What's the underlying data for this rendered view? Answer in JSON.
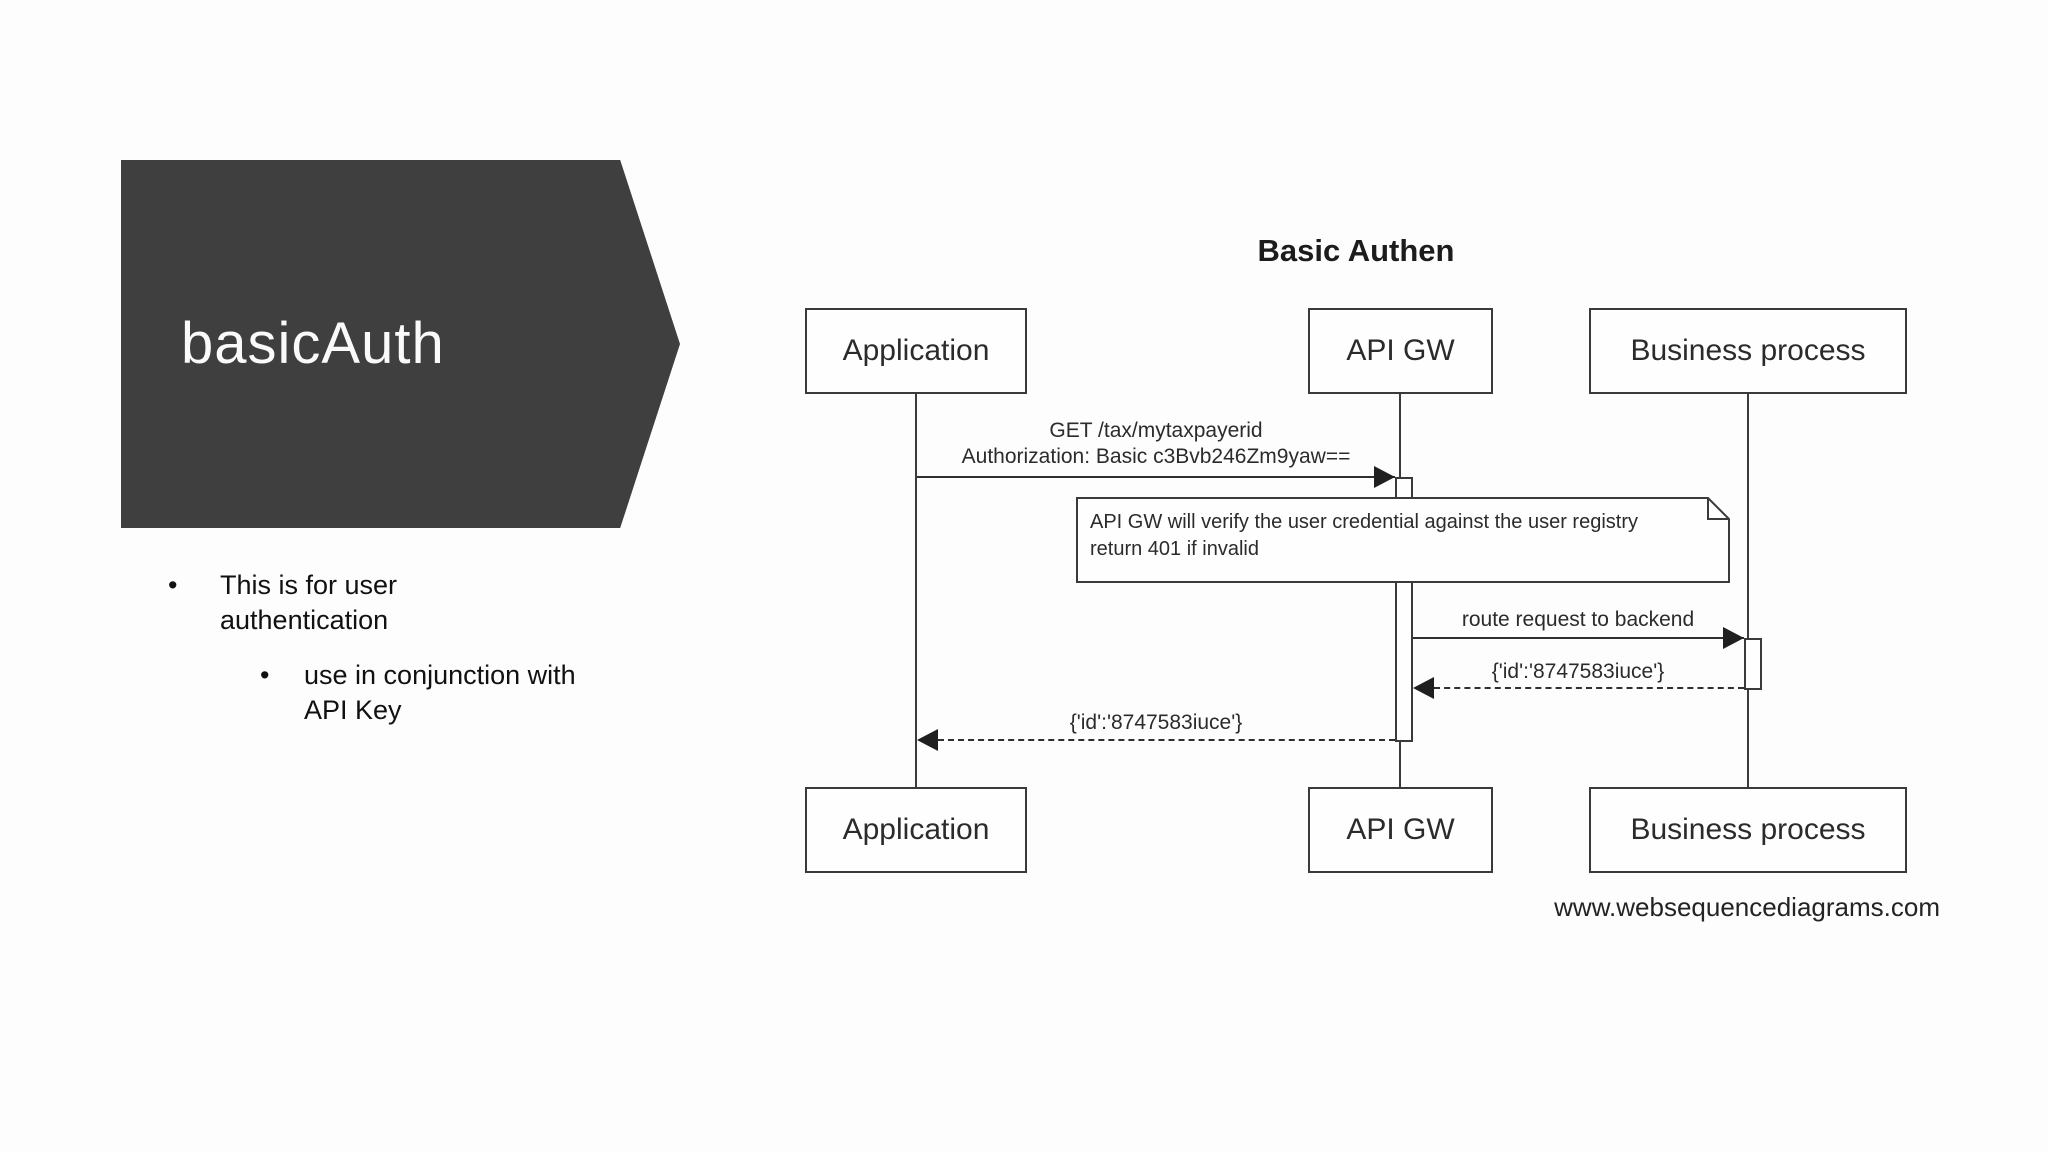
{
  "slide": {
    "title": "basicAuth",
    "bullets": [
      {
        "level": 1,
        "marker": "•",
        "text": "This is for user authentication"
      },
      {
        "level": 2,
        "marker": "•",
        "text": "use in conjunction with API Key"
      }
    ]
  },
  "diagram": {
    "title": "Basic Authen",
    "actors": [
      "Application",
      "API GW",
      "Business process"
    ],
    "message1": {
      "type": "solid-arrow",
      "from": "Application",
      "to": "API GW",
      "lines": [
        "GET /tax/mytaxpayerid",
        "Authorization: Basic c3Bvb246Zm9yaw=="
      ]
    },
    "note": {
      "over": "API GW",
      "lines": [
        "API GW will verify the user credential against the user registry",
        "return 401 if invalid"
      ]
    },
    "message2": {
      "type": "solid-arrow",
      "from": "API GW",
      "to": "Business process",
      "label": "route request to backend"
    },
    "return1": {
      "type": "dashed-arrow",
      "from": "Business process",
      "to": "API GW",
      "label": "{'id':'8747583iuce'}"
    },
    "return2": {
      "type": "dashed-arrow",
      "from": "API GW",
      "to": "Application",
      "label": "{'id':'8747583iuce'}"
    },
    "watermark": "www.websequencediagrams.com"
  },
  "colors": {
    "banner": "#3f3f3f",
    "banner_text": "#fafafa",
    "ink": "#2b2b2b",
    "background": "#fdfdfd"
  }
}
